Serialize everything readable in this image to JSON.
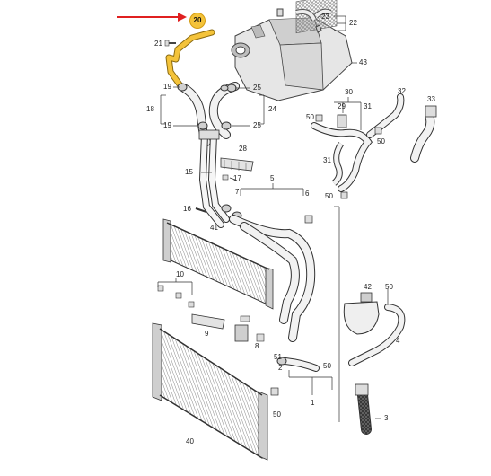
{
  "highlight": {
    "part_number": "20",
    "arrow_color": "#e02020",
    "highlight_color": "#f4c33a"
  },
  "labels": {
    "l22": "22",
    "l23": "23",
    "l21": "21",
    "l43": "43",
    "l19a": "19",
    "l25a": "25",
    "l18": "18",
    "l24": "24",
    "l19b": "19",
    "l25b": "25",
    "l30": "30",
    "l32": "32",
    "l33": "33",
    "l50a": "50",
    "l29": "29",
    "l31": "31",
    "l50b": "50",
    "l28": "28",
    "l15": "15",
    "l17": "17",
    "l31b": "31",
    "l5": "5",
    "l50c": "50",
    "l6": "6",
    "l7": "7",
    "l16": "16",
    "l41": "41",
    "l10": "10",
    "l42": "42",
    "l50d": "50",
    "l4": "4",
    "l9": "9",
    "l8": "8",
    "l2": "2",
    "l51": "51",
    "l50e": "50",
    "l1": "1",
    "l50f": "50",
    "l3": "3",
    "l40": "40"
  }
}
